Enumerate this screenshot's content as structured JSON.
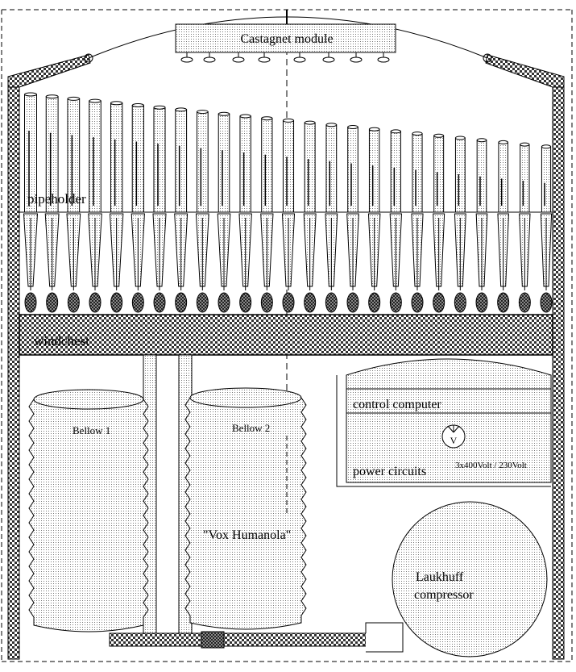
{
  "labels": {
    "castagnet_module": "Castagnet module",
    "pipeholder": "pipeholder",
    "windchest": "windchest",
    "bellow1": "Bellow 1",
    "bellow2": "Bellow 2",
    "vox": "\"Vox Humanola\"",
    "control_computer": "control computer",
    "power_circuits": "power circuits",
    "voltage": "3x400Volt / 230Volt",
    "volt_symbol": "V",
    "compressor_line1": "Laukhuff",
    "compressor_line2": "compressor"
  },
  "pipe_count": 25
}
